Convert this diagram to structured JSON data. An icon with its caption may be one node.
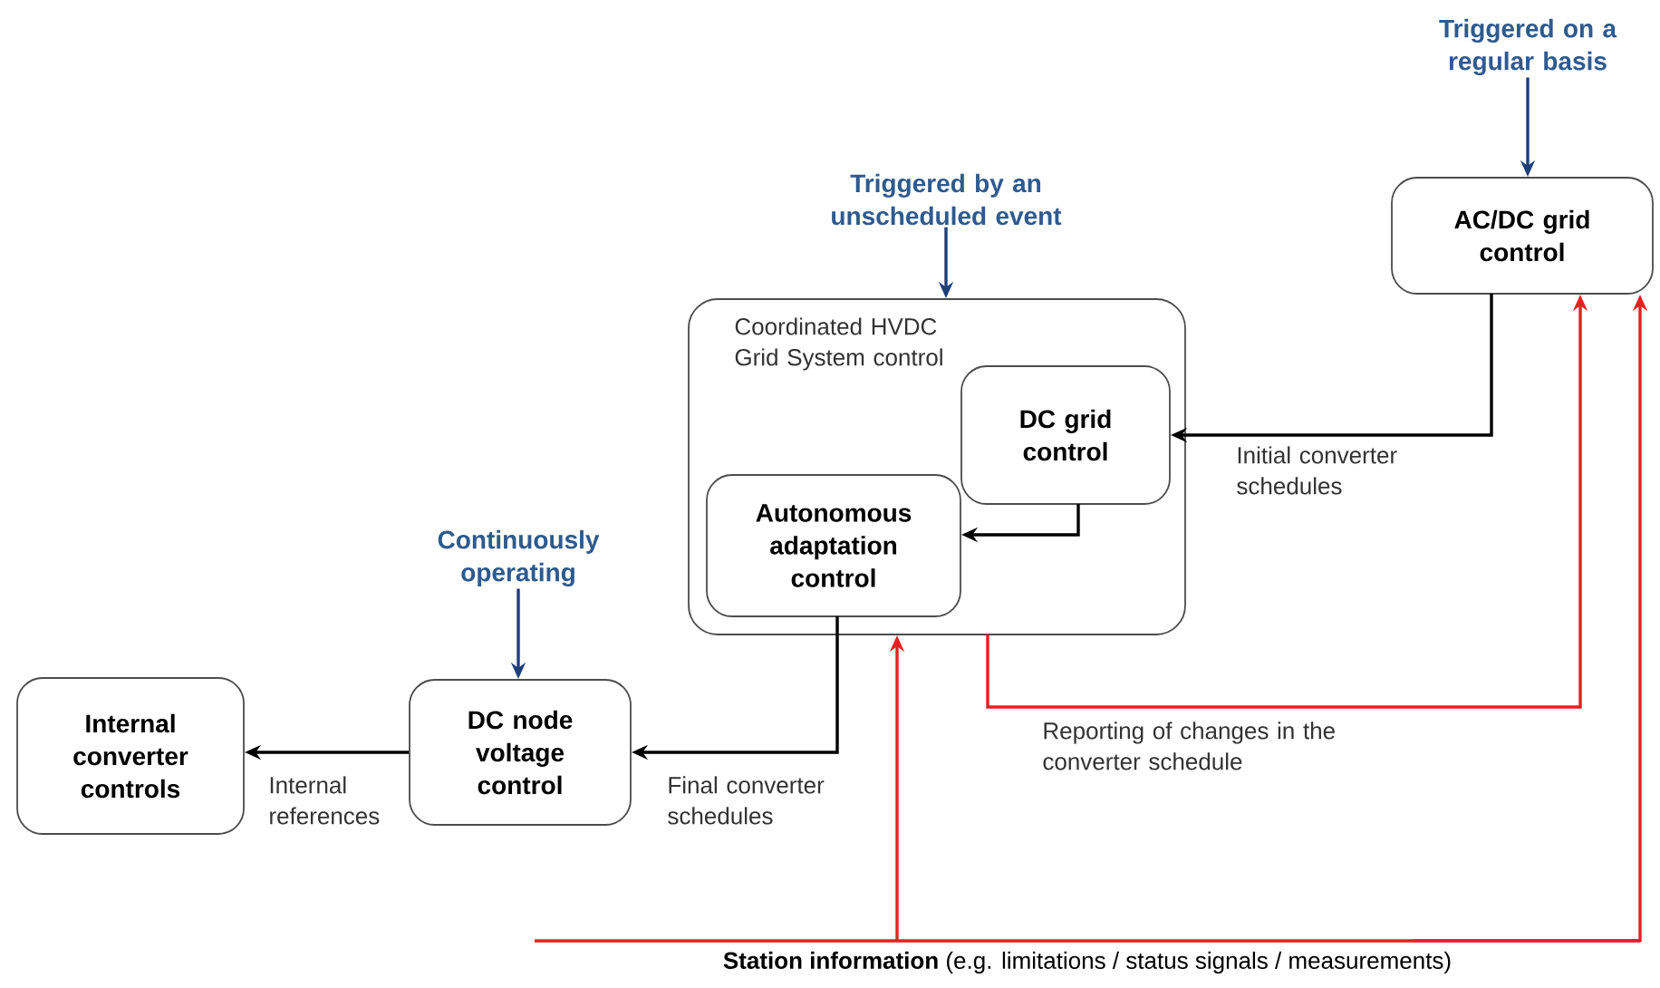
{
  "diagram": {
    "nodes": [
      {
        "text": [
          "Triggered on a regular basis"
        ]
      },
      {
        "text": [
          "AC/DC grid control"
        ]
      },
      {
        "text": [
          "Triggered by an unscheduled event"
        ]
      },
      {
        "text": [
          "Coordinated HVDC Grid System control"
        ]
      },
      {
        "text": [
          "DC grid control"
        ],
        "in": 3
      },
      {
        "text": [
          "Autonomous adaptation control"
        ],
        "in": 3
      },
      {
        "text": [
          "Continuously operating"
        ]
      },
      {
        "text": [
          "Internal converter controls"
        ]
      },
      {
        "text": [
          "DC node voltage control"
        ]
      },
      {
        "text": [
          "**Station information** (e.g. limitations / status signals / measurements)"
        ]
      }
    ],
    "edges": [
      {
        "from": 0,
        "to": 1,
        "arrow": "to",
        "color": "#1f3f7a"
      },
      {
        "from": 2,
        "to": 3,
        "arrow": "to",
        "color": "#1f3f7a"
      },
      {
        "from": 6,
        "to": 8,
        "arrow": "to",
        "color": "#1f3f7a"
      },
      {
        "from": 1,
        "to": 4,
        "arrow": "to",
        "label": "Initial converter schedules"
      },
      {
        "from": 4,
        "to": 5,
        "arrow": "to"
      },
      {
        "from": 5,
        "to": 8,
        "arrow": "to",
        "label": "Final converter schedules"
      },
      {
        "from": 8,
        "to": 7,
        "arrow": "to",
        "label": "Internal references"
      },
      {
        "from": 3,
        "to": 1,
        "arrow": "to",
        "color": "#e8201f",
        "label": "Reporting of changes in the converter schedule"
      },
      {
        "from": 9,
        "to": 3,
        "arrow": "to",
        "color": "#e8201f"
      },
      {
        "from": 9,
        "to": 1,
        "arrow": "to",
        "color": "#e8201f"
      }
    ]
  }
}
